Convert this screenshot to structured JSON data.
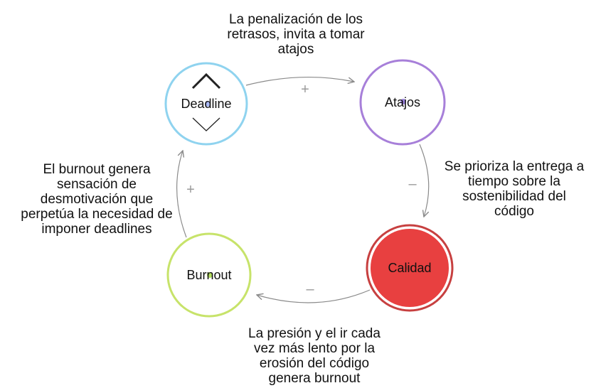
{
  "nodes": [
    {
      "id": "deadline",
      "label": "Deadline",
      "stroke": "#8fd3ef",
      "fill": "#ffffff",
      "dot": "#a9b8f5"
    },
    {
      "id": "atajos",
      "label": "Atajos",
      "stroke": "#a77fd9",
      "fill": "#ffffff",
      "dot": "#9b82df"
    },
    {
      "id": "calidad",
      "label": "Calidad",
      "stroke": "#c74040",
      "fill": "#e84040",
      "dot": "#d03a3a"
    },
    {
      "id": "burnout",
      "label": "Burnout",
      "stroke": "#c7e36a",
      "fill": "#ffffff",
      "dot": "#b5e060"
    }
  ],
  "links": [
    {
      "from": "deadline",
      "to": "atajos",
      "sign": "+",
      "caption": "La penalización de los\nretrasos, invita a tomar\natajos"
    },
    {
      "from": "atajos",
      "to": "calidad",
      "sign": "–",
      "caption": "Se prioriza la entrega a\ntiempo sobre la\nsostenibilidad del\ncódigo"
    },
    {
      "from": "calidad",
      "to": "burnout",
      "sign": "–",
      "caption": "La presión y el ir cada\nvez más lento por la\nerosión del código\ngenera burnout"
    },
    {
      "from": "burnout",
      "to": "deadline",
      "sign": "+",
      "caption": "El burnout genera\nsensación de\ndesmotivación que\nperpetúa la necesidad de\nimponer deadlines"
    }
  ],
  "colors": {
    "arrow": "#8a8a8a",
    "chevron": "#222222"
  },
  "icons": {
    "deadline_expand": "chevron-up-down-icon"
  }
}
